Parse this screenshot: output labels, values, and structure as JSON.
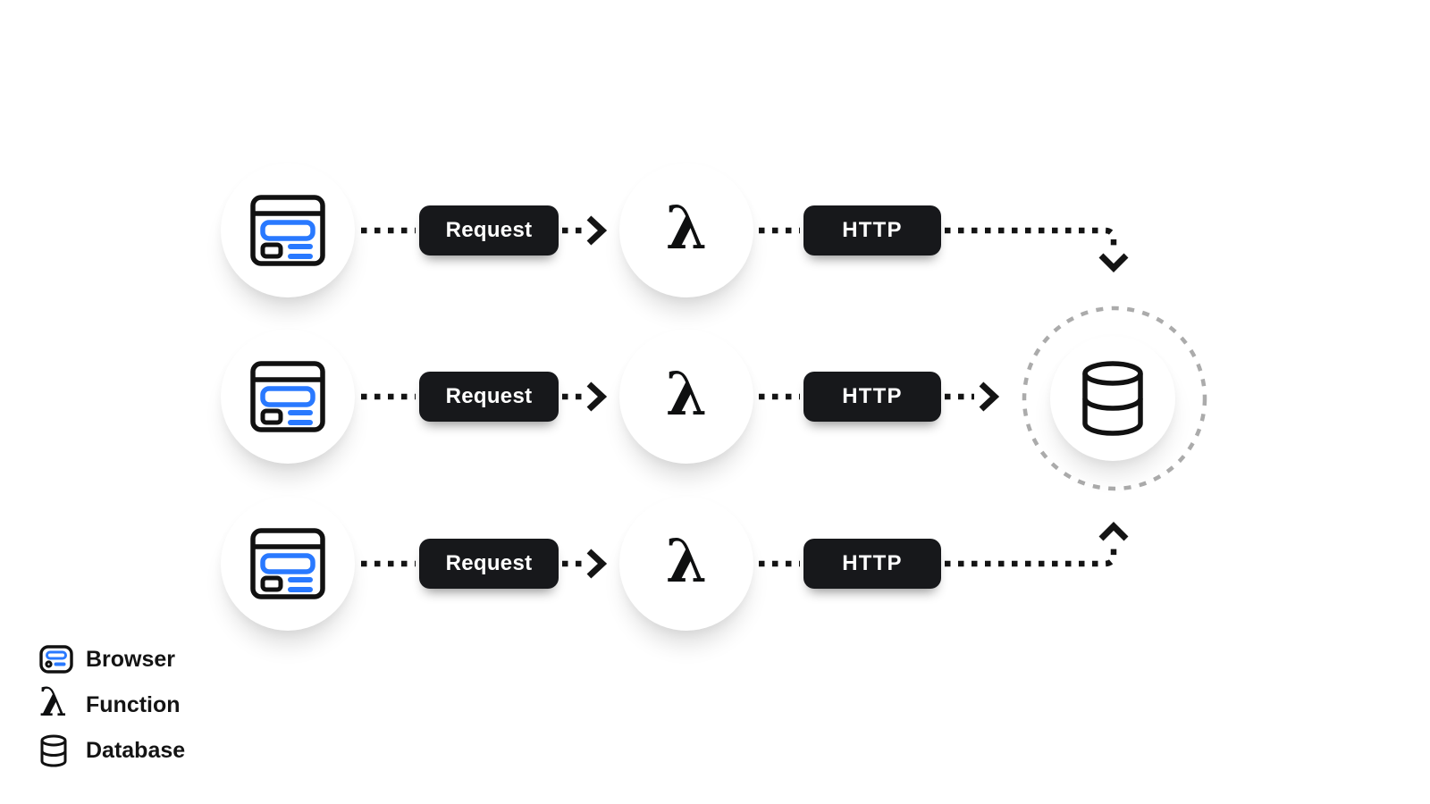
{
  "diagram": {
    "lambda_symbol": "λ",
    "rows": [
      {
        "source": "browser",
        "request_label": "Request",
        "function_label": "λ",
        "http_label": "HTTP"
      },
      {
        "source": "browser",
        "request_label": "Request",
        "function_label": "λ",
        "http_label": "HTTP"
      },
      {
        "source": "browser",
        "request_label": "Request",
        "function_label": "λ",
        "http_label": "HTTP"
      }
    ],
    "target": "database"
  },
  "legend": {
    "items": [
      {
        "icon": "browser-icon",
        "label": "Browser"
      },
      {
        "icon": "lambda-icon",
        "label": "Function",
        "glyph": "λ"
      },
      {
        "icon": "database-icon",
        "label": "Database"
      }
    ]
  },
  "colors": {
    "accent_blue": "#2979ff",
    "node_black": "#17181b",
    "line_black": "#141414",
    "dashed_ring_gray": "#ababab",
    "background": "#ffffff"
  }
}
